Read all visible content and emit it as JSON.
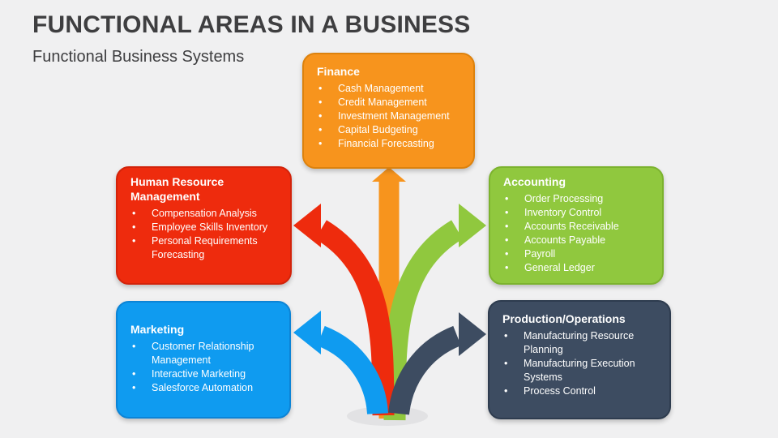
{
  "slide": {
    "title": "FUNCTIONAL AREAS IN A BUSINESS",
    "subtitle": "Functional Business Systems"
  },
  "colors": {
    "background": "#F0F0F1",
    "heading_text": "#3E3E40",
    "box_text": "#FFFFFF",
    "base_shadow": "#E2E2E4",
    "finance": "#F7941D",
    "finance_border": "#DD820D",
    "hrm": "#EE2B0D",
    "hrm_border": "#D3230A",
    "accounting": "#90C83E",
    "accounting_border": "#7CB32E",
    "marketing": "#0F9BF0",
    "marketing_border": "#0C84D6",
    "production": "#3D4C61",
    "production_border": "#2E3C4F"
  },
  "boxes": [
    {
      "title": "Finance",
      "color": "#F7941D",
      "border": "#DD820D",
      "items": [
        "Cash Management",
        "Credit Management",
        "Investment Management",
        "Capital Budgeting",
        "Financial Forecasting"
      ]
    },
    {
      "title": "Human Resource Management",
      "color": "#EE2B0D",
      "border": "#D3230A",
      "items": [
        "Compensation Analysis",
        "Employee Skills Inventory",
        "Personal Requirements Forecasting"
      ]
    },
    {
      "title": "Accounting",
      "color": "#90C83E",
      "border": "#7CB32E",
      "items": [
        "Order Processing",
        "Inventory Control",
        "Accounts Receivable",
        "Accounts Payable",
        "Payroll",
        "General Ledger"
      ]
    },
    {
      "title": "Marketing",
      "color": "#0F9BF0",
      "border": "#0C84D6",
      "items": [
        "Customer Relationship Management",
        "Interactive Marketing",
        "Salesforce Automation"
      ]
    },
    {
      "title": "Production/Operations",
      "color": "#3D4C61",
      "border": "#2E3C4F",
      "items": [
        "Manufacturing Resource Planning",
        "Manufacturing Execution Systems",
        "Process Control"
      ]
    }
  ]
}
